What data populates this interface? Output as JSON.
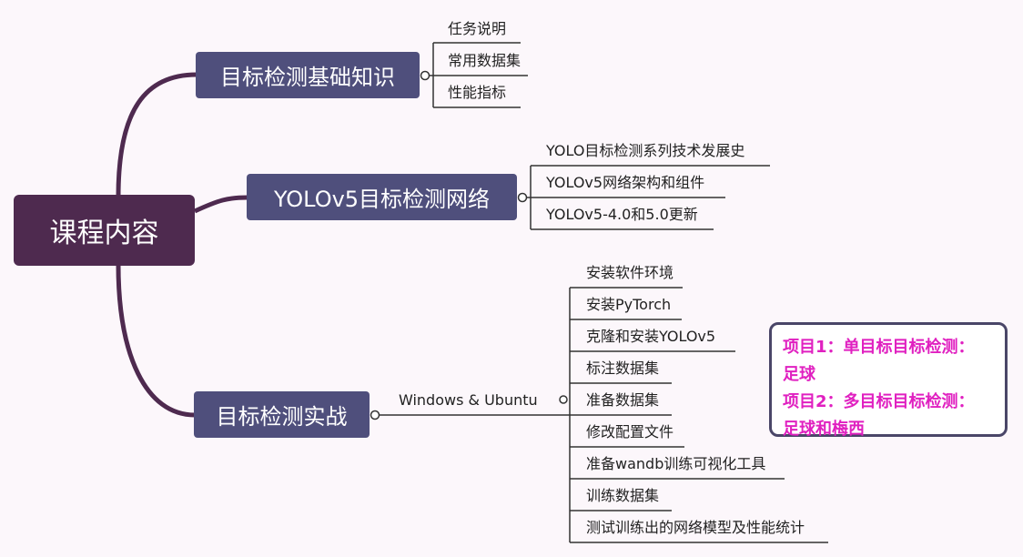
{
  "root": {
    "label": "课程内容"
  },
  "branches": [
    {
      "label": "目标检测基础知识",
      "children": [
        "任务说明",
        "常用数据集",
        "性能指标"
      ]
    },
    {
      "label": "YOLOv5目标检测网络",
      "children": [
        "YOLO目标检测系列技术发展史",
        "YOLOv5网络架构和组件",
        "YOLOv5-4.0和5.0更新"
      ]
    },
    {
      "label": "目标检测实战",
      "connector": "Windows & Ubuntu",
      "children": [
        "安装软件环境",
        "安装PyTorch",
        "克隆和安装YOLOv5",
        "标注数据集",
        "准备数据集",
        "修改配置文件",
        "准备wandb训练可视化工具",
        "训练数据集",
        "测试训练出的网络模型及性能统计"
      ]
    }
  ],
  "note": {
    "lines": [
      "项目1：单目标目标检测：",
      "足球",
      "项目2：多目标目标检测：",
      "足球和梅西"
    ]
  },
  "colors": {
    "root": "#4e2a4f",
    "branch": "#4f4f7c",
    "curve": "#4e2a4f",
    "note_text": "#e020c0",
    "note_border": "#4a4668",
    "background": "#fcf7fb"
  }
}
